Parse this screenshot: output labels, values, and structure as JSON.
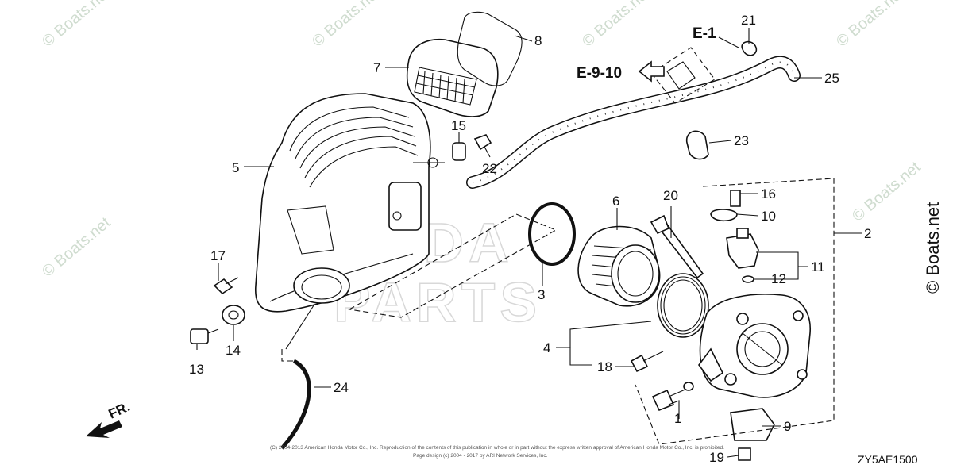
{
  "diagram": {
    "watermark_text": "© Boats.net",
    "side_watermark": "© Boats.net",
    "background_logo_lines": [
      "HONDA",
      "PARTS"
    ],
    "diagram_code": "ZY5AE1500",
    "direction_label": "FR.",
    "copyright_line1": "(C) 2004-2013 American Honda Motor Co., Inc. Reproduction of the contents of this publication in whole or in part without the express written approval of American Honda Motor Co., Inc. is prohibited.",
    "copyright_line2": "Page design (c) 2004 - 2017 by ARI Network Services, Inc.",
    "section_refs": {
      "e1": "E-1",
      "e910": "E-9-10"
    },
    "callouts": [
      "1",
      "2",
      "3",
      "4",
      "5",
      "6",
      "7",
      "8",
      "9",
      "10",
      "11",
      "12",
      "13",
      "14",
      "15",
      "16",
      "17",
      "18",
      "19",
      "20",
      "21",
      "22",
      "23",
      "24",
      "25"
    ]
  }
}
